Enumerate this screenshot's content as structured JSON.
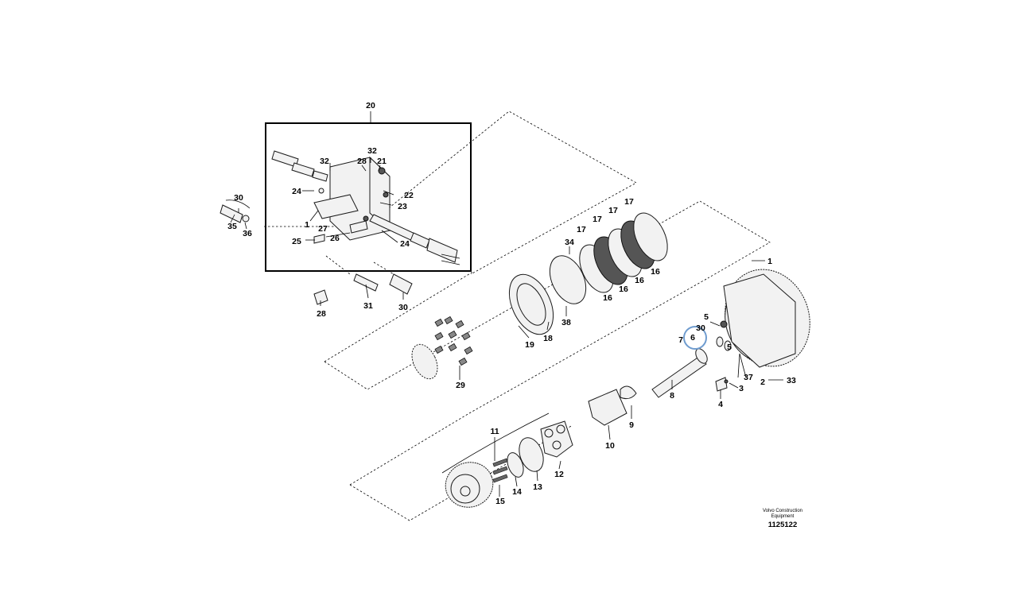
{
  "diagram": {
    "labels": {
      "l20": "20",
      "l30a": "30",
      "l35": "35",
      "l36": "36",
      "l32a": "32",
      "l32b": "32",
      "l28a": "28",
      "l21": "21",
      "l24a": "24",
      "l22": "22",
      "l23": "23",
      "l1a": "1",
      "l27": "27",
      "l25": "25",
      "l26": "26",
      "l24b": "24",
      "l28b": "28",
      "l31": "31",
      "l30b": "30",
      "l17a": "17",
      "l17b": "17",
      "l17c": "17",
      "l17d": "17",
      "l34": "34",
      "l16a": "16",
      "l16b": "16",
      "l16c": "16",
      "l16d": "16",
      "l38": "38",
      "l19": "19",
      "l18": "18",
      "l29": "29",
      "l1b": "1",
      "l5a": "5",
      "l30c": "30",
      "l7": "7",
      "l6": "6",
      "l5b": "5",
      "l37": "37",
      "l2": "2",
      "l33": "33",
      "l3": "3",
      "l4": "4",
      "l8": "8",
      "l9": "9",
      "l10": "10",
      "l11": "11",
      "l12": "12",
      "l13": "13",
      "l14": "14",
      "l15": "15"
    },
    "credit_line1": "Volvo Construction",
    "credit_line2": "Equipment",
    "doc_number": "1125122"
  },
  "colors": {
    "highlight_circle": "#6f9ccf",
    "line": "#000000",
    "part_fill": "#f2f2f2"
  }
}
